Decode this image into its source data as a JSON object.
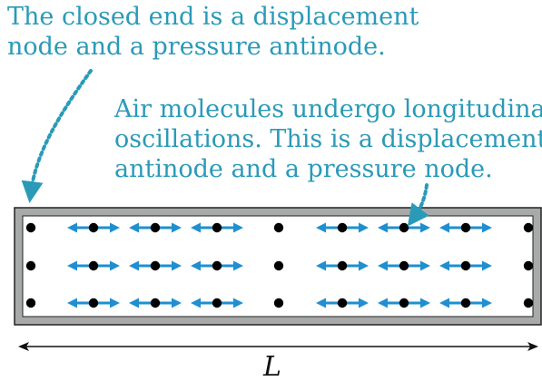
{
  "captions": {
    "closed_end": [
      "The closed end is a displacement",
      "node and a pressure antinode."
    ],
    "air_molecules": [
      "Air molecules undergo longitudinal",
      "oscillations. This is a displacement",
      "antinode and a pressure node."
    ]
  },
  "length_label": "L",
  "colors": {
    "caption": "#2a9ab8",
    "arrow": "#1f8fd0",
    "molecule": "#000000",
    "tube_wall": "#a8aaaa",
    "tube_outline": "#222222",
    "pointer": "#2a9ab8"
  },
  "tube": {
    "rows": 3,
    "molecule_groups": [
      {
        "type": "node"
      },
      {
        "type": "oscillating",
        "molecules": 3
      },
      {
        "type": "node"
      },
      {
        "type": "oscillating",
        "molecules": 3
      },
      {
        "type": "node"
      }
    ]
  }
}
